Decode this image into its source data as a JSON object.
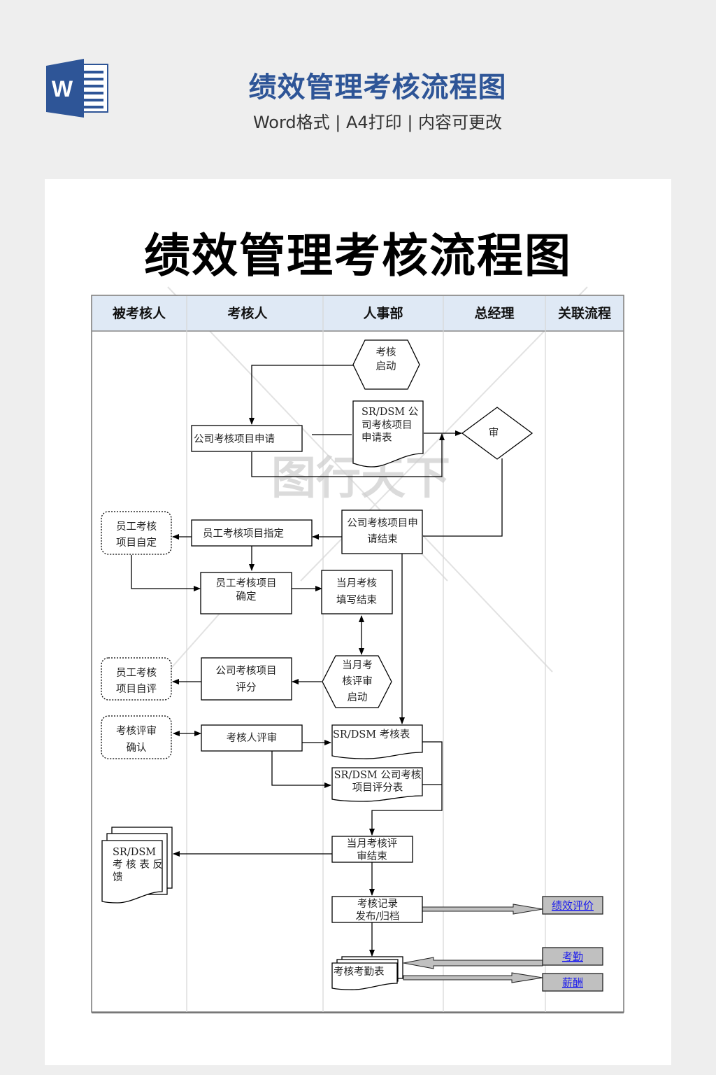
{
  "banner": {
    "app_icon": "word-icon",
    "app_icon_letter": "W",
    "title": "绩效管理考核流程图",
    "subtitle": "Word格式 | A4打印 | 内容可更改",
    "title_color": "#2e5597"
  },
  "document": {
    "title": "绩效管理考核流程图",
    "watermark": "图行天下"
  },
  "lanes": [
    {
      "label": "被考核人"
    },
    {
      "label": "考核人"
    },
    {
      "label": "人事部"
    },
    {
      "label": "总经理"
    },
    {
      "label": "关联流程"
    }
  ],
  "colors": {
    "lane_header_bg": "#dfe9f5",
    "link_box_bg": "#c0c0c0",
    "link_text": "#1a1aee"
  },
  "nodes": {
    "kick_off": {
      "shape": "hexagon",
      "lines": [
        "考核",
        "启动"
      ]
    },
    "company_apply": {
      "shape": "process",
      "lines": [
        "公司考核项目申请"
      ]
    },
    "apply_form": {
      "shape": "document",
      "lines": [
        "SR/DSM  公",
        "司考核项目",
        "申请表"
      ]
    },
    "review": {
      "shape": "decision",
      "lines": [
        "审"
      ]
    },
    "apply_end": {
      "shape": "process",
      "lines": [
        "公司考核项目申",
        "请结束"
      ]
    },
    "assign": {
      "shape": "process",
      "lines": [
        "员工考核项目指定"
      ]
    },
    "self_define": {
      "shape": "dotted-rounded",
      "lines": [
        "员工考核",
        "项目自定"
      ]
    },
    "confirm": {
      "shape": "process",
      "lines": [
        "员工考核项目",
        "确定"
      ]
    },
    "fill_end": {
      "shape": "process",
      "lines": [
        "当月考核",
        "填写结束"
      ]
    },
    "review_start": {
      "shape": "hexagon",
      "lines": [
        "当月考",
        "核评审",
        "启动"
      ]
    },
    "scoring": {
      "shape": "process",
      "lines": [
        "公司考核项目",
        "评分"
      ]
    },
    "self_eval": {
      "shape": "dotted-rounded",
      "lines": [
        "员工考核",
        "项目自评"
      ]
    },
    "review_confirm": {
      "shape": "dotted-rounded",
      "lines": [
        "考核评审",
        "确认"
      ]
    },
    "assessor_review": {
      "shape": "process",
      "lines": [
        "考核人评审"
      ]
    },
    "assess_form": {
      "shape": "document",
      "lines": [
        "SR/DSM 考核表"
      ]
    },
    "score_form": {
      "shape": "document",
      "lines": [
        "SR/DSM 公司考核",
        "项目评分表"
      ]
    },
    "review_end": {
      "shape": "process",
      "lines": [
        "当月考核评",
        "审结束"
      ]
    },
    "feedback": {
      "shape": "multi-document",
      "lines": [
        "SR/DSM",
        "考 核 表 反",
        "馈"
      ]
    },
    "archive": {
      "shape": "process",
      "lines": [
        "考核记录",
        "发布/归档"
      ]
    },
    "attendance_form": {
      "shape": "multi-document",
      "lines": [
        "考核考勤表"
      ]
    }
  },
  "related_links": [
    {
      "label": "绩效评价"
    },
    {
      "label": "考勤"
    },
    {
      "label": "薪酬"
    }
  ]
}
